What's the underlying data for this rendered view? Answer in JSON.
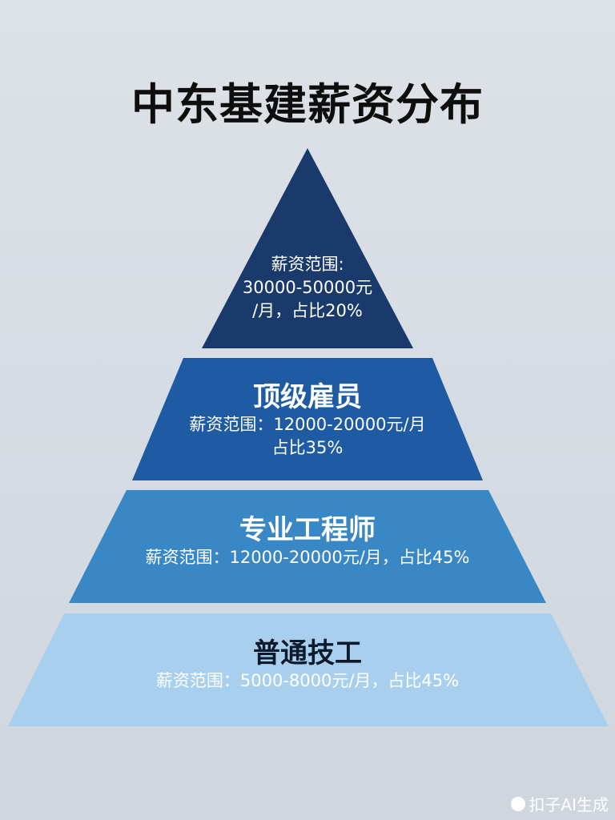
{
  "title": "中东基建薪资分布",
  "tiers": [
    {
      "name": "",
      "desc_lines": [
        "薪资范围:",
        "30000-50000元",
        "/月，占比20%"
      ],
      "color": "#1a3a6b"
    },
    {
      "name": "顶级雇员",
      "desc_lines": [
        "薪资范围：12000-20000元/月",
        "占比35%"
      ],
      "color": "#1f5ba2"
    },
    {
      "name": "专业工程师",
      "desc_lines": [
        "薪资范围：12000-20000元/月，占比45%"
      ],
      "color": "#3a87c5"
    },
    {
      "name": "普通技工",
      "desc_lines": [
        "薪资范围：5000-8000元/月，占比45%"
      ],
      "color": "#a8d0ee"
    }
  ],
  "watermark": "扣子AI生成"
}
